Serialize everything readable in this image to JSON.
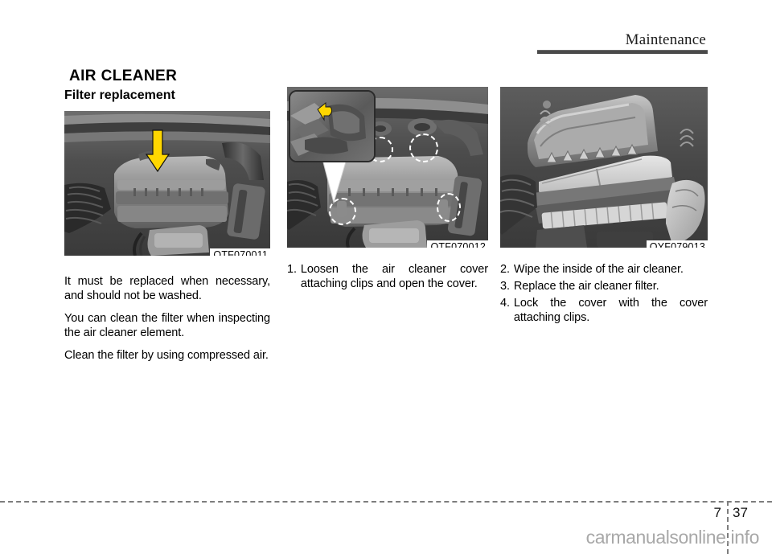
{
  "header": {
    "chapter_title": "Maintenance"
  },
  "section": {
    "title": "AIR CLEANER",
    "subtitle": "Filter replacement"
  },
  "columns": {
    "left": {
      "figure": {
        "caption": "OTF070011",
        "alt": "Engine bay with yellow arrow pointing down at air cleaner housing"
      },
      "paragraphs": [
        "It must be replaced when necessary, and should not be washed.",
        "You can clean the filter when inspecting the air cleaner element.",
        "Clean the filter by using compressed air."
      ]
    },
    "middle": {
      "figure": {
        "caption": "OTF070012",
        "alt": "Air cleaner cover clips with inset close-up detail"
      },
      "steps": [
        {
          "number": "1.",
          "line1_words": [
            "Loosen",
            "the",
            "air",
            "cleaner",
            "cover"
          ],
          "line2": "attaching clips and open the cover."
        }
      ]
    },
    "right": {
      "figure": {
        "caption": "OYF079013",
        "alt": "Open air cleaner box with filter element and hand"
      },
      "steps": [
        {
          "number": "2.",
          "text": "Wipe the inside of the air cleaner."
        },
        {
          "number": "3.",
          "text": "Replace the air cleaner filter."
        },
        {
          "number": "4.",
          "line1_words": [
            "Lock",
            "the",
            "cover",
            "with",
            "the",
            "cover"
          ],
          "line2": "attaching clips."
        }
      ]
    }
  },
  "footer": {
    "chapter_number": "7",
    "page_number": "37",
    "watermark": "carmanualsonline.info"
  },
  "colors": {
    "arrow_yellow": "#FFD700",
    "header_rule": "#4a4a4a",
    "watermark_gray": "#a8a8a8"
  }
}
